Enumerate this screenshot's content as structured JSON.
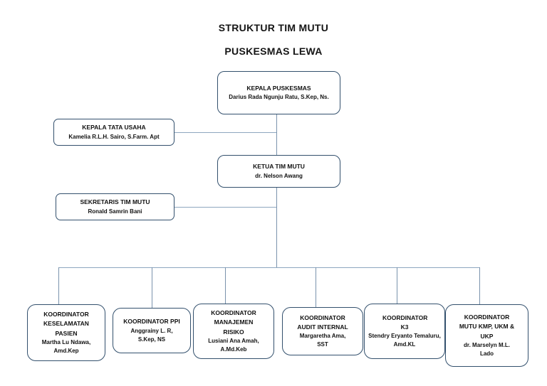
{
  "page": {
    "title_line1": "STRUKTUR TIM MUTU",
    "title_line2": "PUSKESMAS LEWA"
  },
  "org": {
    "kepala_puskesmas": {
      "role": "KEPALA PUSKESMAS",
      "name": "Darius Rada Ngunju Ratu, S.Kep, Ns."
    },
    "kepala_tata_usaha": {
      "role": "KEPALA TATA USAHA",
      "name": "Kamelia R.L.H. Sairo, S.Farm. Apt"
    },
    "ketua_tim_mutu": {
      "role": "KETUA TIM MUTU",
      "name": "dr. Nelson Awang"
    },
    "sekretaris_tim_mutu": {
      "role": "SEKRETARIS TIM MUTU",
      "name": "Ronald Samrin Bani"
    },
    "koordinators": [
      {
        "role": "KOORDINATOR KESELAMATAN PASIEN",
        "name": "Martha Lu Ndawa, Amd.Kep"
      },
      {
        "role": "KOORDINATOR PPI",
        "name": "Anggrainy L. R, S.Kep, NS"
      },
      {
        "role": "KOORDINATOR MANAJEMEN RISIKO",
        "name": "Lusiani Ana Amah, A.Md.Keb"
      },
      {
        "role": "KOORDINATOR AUDIT INTERNAL",
        "name": "Margaretha Ama, SST"
      },
      {
        "role": "KOORDINATOR K3",
        "name": "Stendry Eryanto Temaluru, Amd.KL"
      },
      {
        "role": "KOORDINATOR MUTU KMP, UKM & UKP",
        "name": "dr. Marselyn M.L. Lado"
      }
    ]
  },
  "colors": {
    "background": "#ffffff",
    "box_border": "#33506d",
    "connector": "#7a93ad",
    "text": "#111111"
  }
}
